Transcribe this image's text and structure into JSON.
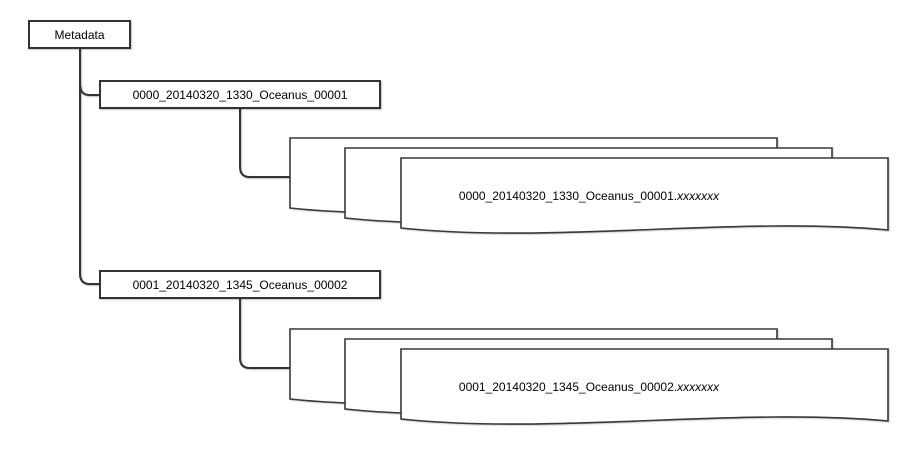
{
  "diagram": {
    "type": "file-structure-tree",
    "colors": {
      "background": "#ffffff",
      "shape_fill": "#ffffff",
      "stroke": "#333333",
      "text": "#000000"
    },
    "root_node": {
      "label": "Metadata"
    },
    "groups": [
      {
        "folder_label": "0000_20140320_1330_Oceanus_00001",
        "file_label_base": "0000_20140320_1330_Oceanus_00001.",
        "file_label_suffix": "xxxxxxx",
        "document_count": 3
      },
      {
        "folder_label": "0001_20140320_1345_Oceanus_00002",
        "file_label_base": "0001_20140320_1345_Oceanus_00002.",
        "file_label_suffix": "xxxxxxx",
        "document_count": 3
      }
    ]
  }
}
